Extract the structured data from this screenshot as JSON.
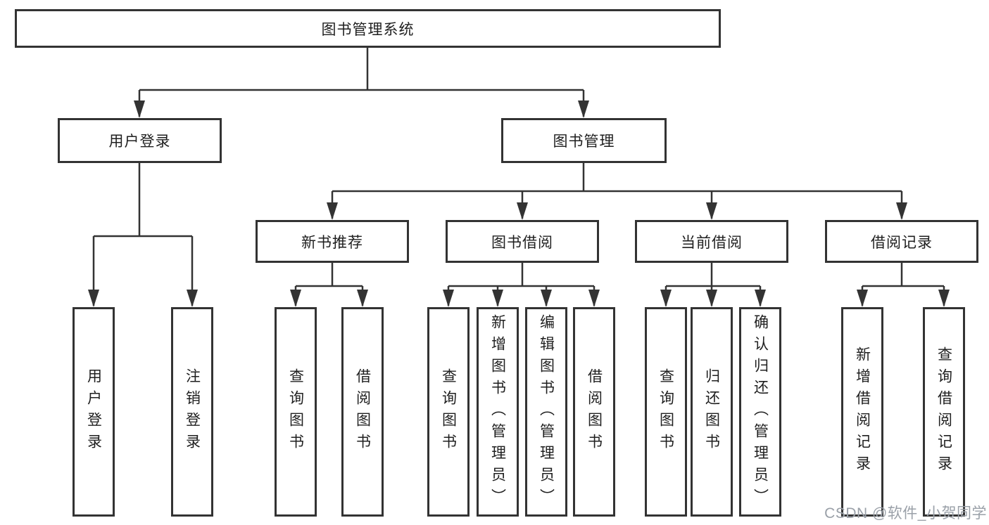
{
  "colors": {
    "line": "#333333",
    "border": "#333333",
    "text": "#1f1f1f",
    "watermark": "#9aa0a8",
    "background": "#ffffff"
  },
  "diagram": {
    "type": "hierarchy-tree",
    "root": {
      "label": "图书管理系统"
    },
    "branches": [
      {
        "label": "用户登录",
        "children": [
          {
            "label": "用户登录"
          },
          {
            "label": "注销登录"
          }
        ]
      },
      {
        "label": "图书管理",
        "children": [
          {
            "label": "新书推荐",
            "children": [
              {
                "label": "查询图书"
              },
              {
                "label": "借阅图书"
              }
            ]
          },
          {
            "label": "图书借阅",
            "children": [
              {
                "label": "查询图书"
              },
              {
                "label": "新增图书（管理员）"
              },
              {
                "label": "编辑图书（管理员）"
              },
              {
                "label": "借阅图书"
              }
            ]
          },
          {
            "label": "当前借阅",
            "children": [
              {
                "label": "查询图书"
              },
              {
                "label": "归还图书"
              },
              {
                "label": "确认归还（管理员）"
              }
            ]
          },
          {
            "label": "借阅记录",
            "children": [
              {
                "label": "新增借阅记录"
              },
              {
                "label": "查询借阅记录"
              }
            ]
          }
        ]
      }
    ]
  },
  "watermark": {
    "text": "CSDN @软件_小贺同学"
  }
}
